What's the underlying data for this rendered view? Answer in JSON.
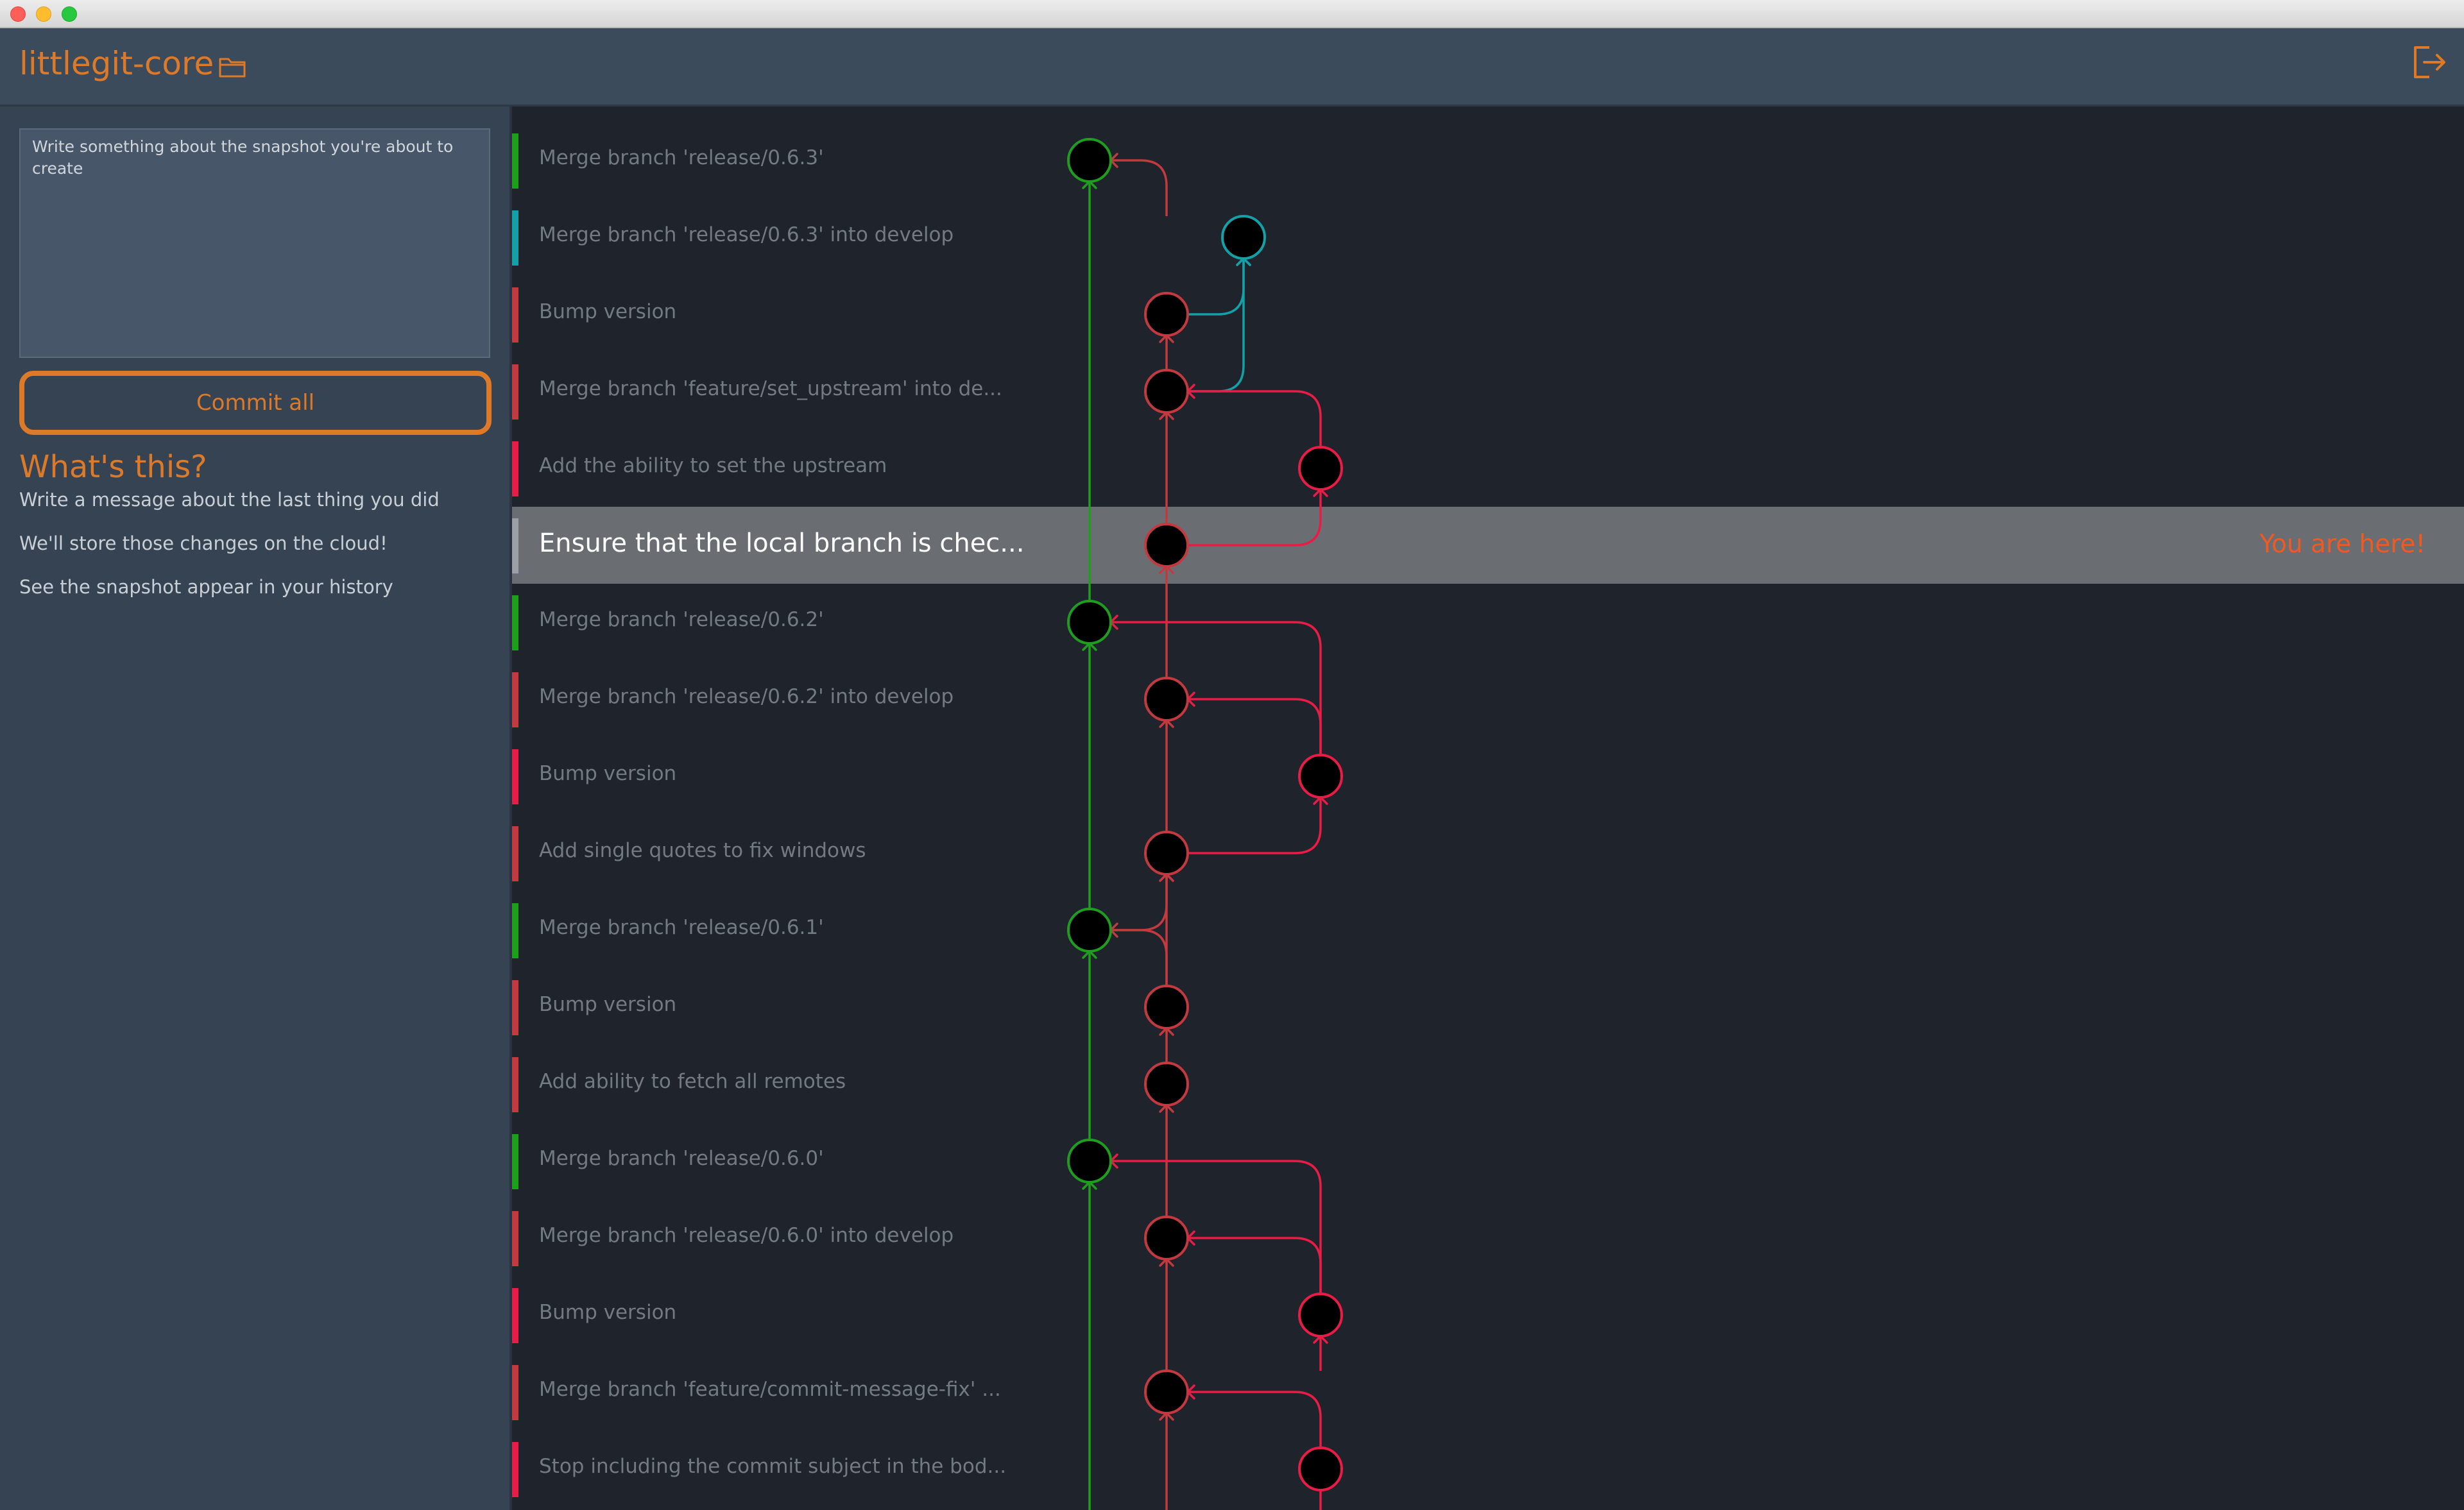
{
  "app": {
    "repo_name": "littlegit-core"
  },
  "icons": {
    "folder": "folder-icon",
    "logout": "logout-icon"
  },
  "sidebar": {
    "message_placeholder": "Write something about the snapshot you're about to create",
    "commit_button": "Commit all",
    "help_title": "What's this?",
    "help_lines": [
      "Write a message about the last thing you did",
      "We'll store those changes on the cloud!",
      "See the snapshot appear in your history"
    ]
  },
  "colors": {
    "accent": "#dd7a2a",
    "master": "#1f9d1f",
    "develop": "#c23a3f",
    "feature": "#e81c46",
    "release": "#13a1a7",
    "here": "#ef5a24"
  },
  "history": {
    "current_label": "You are here!",
    "commits": [
      {
        "message": "Merge branch 'release/0.6.3'",
        "lane": 0,
        "branch": "master"
      },
      {
        "message": "Merge branch 'release/0.6.3' into develop",
        "lane": 2,
        "branch": "release"
      },
      {
        "message": "Bump version",
        "lane": 1,
        "branch": "develop"
      },
      {
        "message": "Merge branch 'feature/set_upstream' into de...",
        "lane": 1,
        "branch": "develop"
      },
      {
        "message": "Add the ability to set the upstream",
        "lane": 3,
        "branch": "feature"
      },
      {
        "message": "Ensure that the local branch is chec...",
        "lane": 1,
        "branch": "develop",
        "current": true
      },
      {
        "message": "Merge branch 'release/0.6.2'",
        "lane": 0,
        "branch": "master"
      },
      {
        "message": "Merge branch 'release/0.6.2' into develop",
        "lane": 1,
        "branch": "develop"
      },
      {
        "message": "Bump version",
        "lane": 3,
        "branch": "feature"
      },
      {
        "message": "Add single quotes to fix windows",
        "lane": 1,
        "branch": "develop"
      },
      {
        "message": "Merge branch 'release/0.6.1'",
        "lane": 0,
        "branch": "master"
      },
      {
        "message": "Bump version",
        "lane": 1,
        "branch": "develop"
      },
      {
        "message": "Add ability to fetch all remotes",
        "lane": 1,
        "branch": "develop"
      },
      {
        "message": "Merge branch 'release/0.6.0'",
        "lane": 0,
        "branch": "master"
      },
      {
        "message": "Merge branch 'release/0.6.0' into develop",
        "lane": 1,
        "branch": "develop"
      },
      {
        "message": "Bump version",
        "lane": 3,
        "branch": "feature"
      },
      {
        "message": "Merge branch 'feature/commit-message-fix' ...",
        "lane": 1,
        "branch": "develop"
      },
      {
        "message": "Stop including the commit subject in the bod...",
        "lane": 3,
        "branch": "feature"
      }
    ],
    "edges": [
      {
        "from": 1,
        "to": 0,
        "fromLane": 1,
        "toLane": 0,
        "branch": "develop"
      },
      {
        "from": 2,
        "to": 1,
        "fromLane": 1,
        "toLane": 2,
        "branch": "release"
      },
      {
        "from": 3,
        "to": 1,
        "fromLane": 1,
        "toLane": 2,
        "branch": "release"
      },
      {
        "from": 5,
        "to": 4,
        "fromLane": 1,
        "toLane": 3,
        "branch": "feature"
      },
      {
        "from": 4,
        "to": 3,
        "fromLane": 3,
        "toLane": 1,
        "branch": "feature"
      },
      {
        "from": 8,
        "to": 6,
        "fromLane": 3,
        "toLane": 0,
        "branch": "feature"
      },
      {
        "from": 8,
        "to": 7,
        "fromLane": 3,
        "toLane": 1,
        "branch": "feature"
      },
      {
        "from": 9,
        "to": 8,
        "fromLane": 1,
        "toLane": 3,
        "branch": "feature"
      },
      {
        "from": 10,
        "to": 9,
        "fromLane": 0,
        "toLane": 1,
        "branch": "develop"
      },
      {
        "from": 11,
        "to": 10,
        "fromLane": 1,
        "toLane": 0,
        "branch": "develop"
      },
      {
        "from": 15,
        "to": 13,
        "fromLane": 3,
        "toLane": 0,
        "branch": "feature"
      },
      {
        "from": 15,
        "to": 14,
        "fromLane": 3,
        "toLane": 1,
        "branch": "feature"
      },
      {
        "from": 16,
        "to": 15,
        "fromLane": 3,
        "toLane": 3,
        "branch": "feature"
      },
      {
        "from": 17,
        "to": 16,
        "fromLane": 3,
        "toLane": 1,
        "branch": "feature"
      }
    ]
  }
}
